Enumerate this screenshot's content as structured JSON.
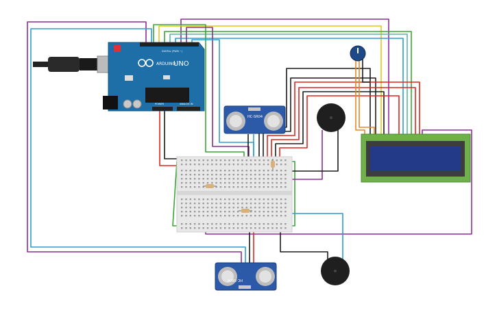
{
  "arduino": {
    "brand": "ARDUINO",
    "model": "UNO",
    "header_digital": "DIGITAL (PWM ~)",
    "header_power": "POWER",
    "header_analog": "ANALOG IN",
    "color": "#1e6fa8"
  },
  "sensor_top": {
    "label": "HC-SR04"
  },
  "sensor_bottom": {
    "label": "HC-SR04"
  },
  "wire_colors": {
    "red": "#e0251b",
    "black": "#1a1a1a",
    "green": "#3aa537",
    "purple": "#8b2d95",
    "cyan": "#2f9bd1",
    "yellow": "#e6c51a",
    "orange": "#e8862a",
    "teal": "#5fb3a3"
  },
  "lcd": {
    "color": "#6fb04a",
    "screen_color": "#223a88"
  }
}
